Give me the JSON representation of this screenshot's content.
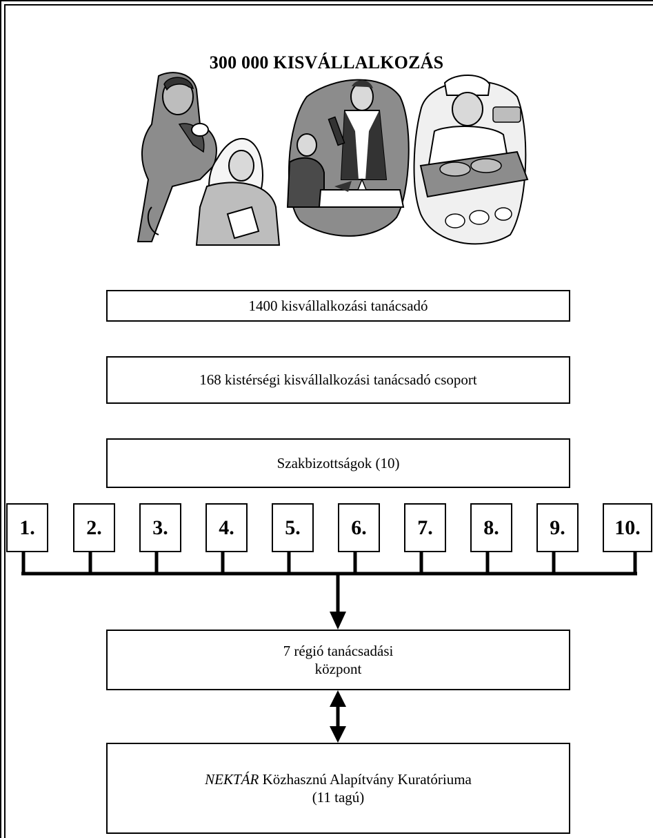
{
  "title": "300 000 KISVÁLLALKOZÁS",
  "illustration": {
    "scenes": [
      "hairdresser-icon",
      "waiter-icon",
      "baker-icon"
    ],
    "colors": {
      "dark": "#4a4a4a",
      "mid": "#8c8c8c",
      "light": "#bdbdbd"
    }
  },
  "levels": {
    "advisors": "1400 kisvállalkozási tanácsadó",
    "groups": "168 kistérségi kisvállalkozási tanácsadó csoport",
    "committees": "Szakbizottságok (10)"
  },
  "committee_numbers": [
    "1.",
    "2.",
    "3.",
    "4.",
    "5.",
    "6.",
    "7.",
    "8.",
    "9.",
    "10."
  ],
  "regional": {
    "line1": "7 régió tanácsadási",
    "line2": "központ"
  },
  "board": {
    "name_italic": "NEKTÁR",
    "name_rest": " Közhasznú Alapítvány Kuratóriuma",
    "members": "(11 tagú)"
  }
}
